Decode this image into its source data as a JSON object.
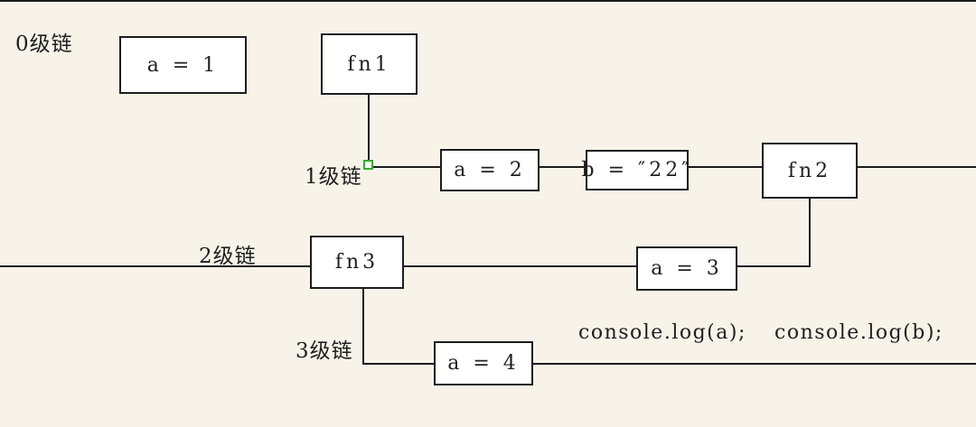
{
  "diagram": {
    "title_hint": "scope chain diagram",
    "levels": [
      {
        "label": "0级链"
      },
      {
        "label": "1级链"
      },
      {
        "label": "2级链"
      },
      {
        "label": "3级链"
      }
    ],
    "nodes": {
      "a1": "a = 1",
      "fn1": "fn1",
      "a2": "a = 2",
      "b22": "b = ″22″",
      "fn2": "fn2",
      "fn3": "fn3",
      "a3": "a = 3",
      "a4": "a = 4"
    },
    "code": {
      "log_a": "console.log(a);",
      "log_b": "console.log(b);"
    },
    "colors": {
      "background": "#f7f3e9",
      "line": "#1c1c1c",
      "box_fill": "#ffffff",
      "box_border": "#1c1c1c",
      "handle_green": "#2fae2f"
    }
  }
}
